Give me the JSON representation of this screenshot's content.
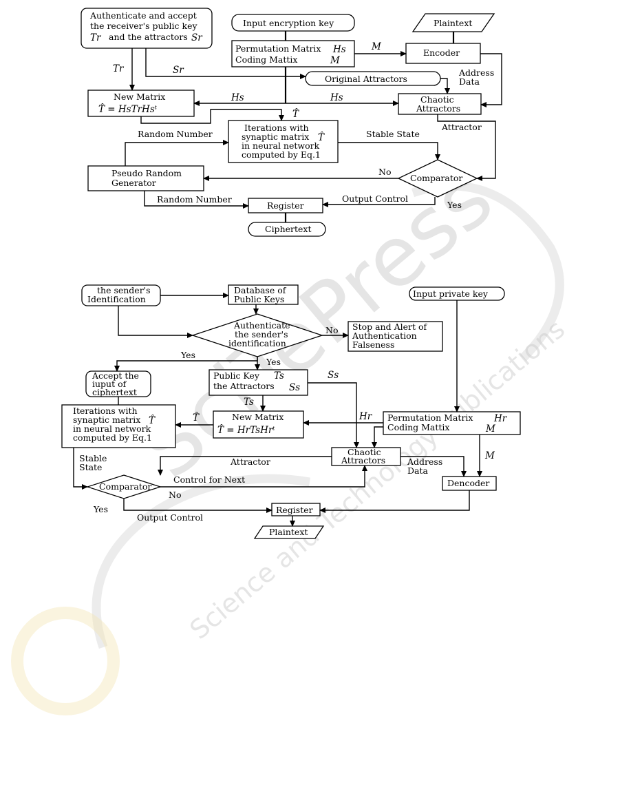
{
  "watermark": {
    "logo_text": "SciTePress",
    "tagline": "Science and Technology Publications"
  },
  "encryption": {
    "authenticate_line1": "Authenticate and accept",
    "authenticate_line2": "the receiver's public key",
    "authenticate_line3": "and the attractors",
    "authenticate_sym_T": "Tr",
    "authenticate_sym_S": "Sr",
    "input_key": "Input encryption key",
    "plaintext": "Plaintext",
    "perm_line1": "Permutation Matrix",
    "perm_line2": "Coding Mattix",
    "perm_sym_H": "Hs",
    "perm_sym_M": "M",
    "encoder": "Encoder",
    "edge_M": "M",
    "edge_Tr": "Tr",
    "edge_Sr": "Sr",
    "original_attractors": "Original Attractors",
    "address_data_1": "Address",
    "address_data_2": "Data",
    "new_matrix_title": "New Matrix",
    "new_matrix_formula": "T̂ = HsTrHsᵗ",
    "edge_Hs_left": "Hs",
    "edge_Hs_right": "Hs",
    "chaotic_line1": "Chaotic",
    "chaotic_line2": "Attractors",
    "edge_That": "T̂",
    "iter_line1": "Iterations with",
    "iter_line2": "synaptic matrix",
    "iter_line3": "in neural network",
    "iter_line4": "computed by Eq.1",
    "iter_sym": "T̂",
    "random_number_top": "Random Number",
    "stable_state": "Stable State",
    "attractor": "Attractor",
    "no": "No",
    "prng_line1": "Pseudo Random",
    "prng_line2": "Generator",
    "comparator": "Comparator",
    "random_number_bottom": "Random Number",
    "register": "Register",
    "output_control": "Output Control",
    "yes": "Yes",
    "ciphertext": "Ciphertext"
  },
  "decryption": {
    "sender_id_line1": "the sender's",
    "sender_id_line2": "Identification",
    "db_line1": "Database of",
    "db_line2": "Public Keys",
    "private_key": "Input private key",
    "auth_line1": "Authenticate",
    "auth_line2": "the sender's",
    "auth_line3": "identification",
    "no": "No",
    "stop_line1": "Stop and Alert of",
    "stop_line2": "Authentication",
    "stop_line3": "Falseness",
    "yes_left": "Yes",
    "yes_down": "Yes",
    "accept_line1": "Accept the",
    "accept_line2": "iuput of",
    "accept_line3": "ciphertext",
    "pubkey_line1": "Public Key",
    "pubkey_line2": "the Attractors",
    "pubkey_sym_T": "Ts",
    "pubkey_sym_S": "Ss",
    "edge_Ss": "Ss",
    "edge_Ts": "Ts",
    "edge_Hr": "Hr",
    "iter_line1": "Iterations with",
    "iter_line2": "synaptic matrix",
    "iter_line3": "in neural network",
    "iter_line4": "computed by Eq.1",
    "iter_sym": "T̂",
    "edge_That": "T̂",
    "new_matrix_title": "New Matrix",
    "new_matrix_formula": "T̂ = HrTsHrᵗ",
    "perm_line1": "Permutation Matrix",
    "perm_line2": "Coding Mattix",
    "perm_sym_H": "Hr",
    "perm_sym_M": "M",
    "chaotic_line1": "Chaotic",
    "chaotic_line2": "Attractors",
    "stable_state_1": "Stable",
    "stable_state_2": "State",
    "attractor": "Attractor",
    "address_data_1": "Address",
    "address_data_2": "Data",
    "edge_M": "M",
    "comparator": "Comparator",
    "control_next": "Control for Next",
    "no_bottom": "No",
    "decoder": "Dencoder",
    "yes_bottom": "Yes",
    "output_control": "Output Control",
    "register": "Register",
    "plaintext": "Plaintext"
  }
}
